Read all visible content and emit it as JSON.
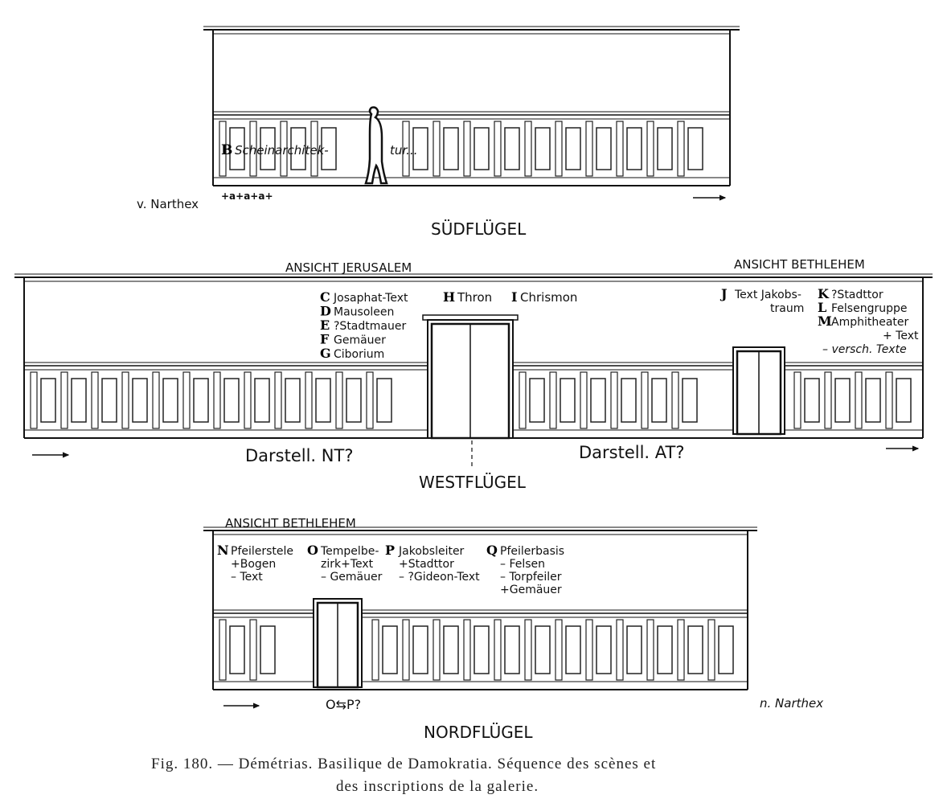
{
  "south": {
    "title": "SÜDFLÜGEL",
    "from_label": "v. Narthex",
    "pattern_label": "+a+a+a+",
    "scene_letter": "B",
    "scene_text_1": "Scheinarchitek-",
    "scene_text_2": "tur..."
  },
  "west": {
    "title": "WESTFLÜGEL",
    "view_left": "ANSICHT JERUSALEM",
    "view_right": "ANSICHT BETHLEHEM",
    "scenes_left": [
      {
        "letter": "C",
        "text": "Josaphat-Text"
      },
      {
        "letter": "D",
        "text": "Mausoleen"
      },
      {
        "letter": "E",
        "text": "?Stadtmauer"
      },
      {
        "letter": "F",
        "text": "Gemäuer"
      },
      {
        "letter": "G",
        "text": "Ciborium"
      }
    ],
    "scene_h": {
      "letter": "H",
      "text": "Thron"
    },
    "scene_i": {
      "letter": "I",
      "text": "Chrismon"
    },
    "scene_j": {
      "letter": "J",
      "text": "Text Jakobs-",
      "text2": "traum"
    },
    "scenes_right": [
      {
        "letter": "K",
        "text": "?Stadttor"
      },
      {
        "letter": "L",
        "text": "Felsengruppe"
      },
      {
        "letter": "M",
        "text": "Amphitheater"
      }
    ],
    "scene_m_extra": "+ Text",
    "scene_m_extra2": "– versch. Texte",
    "bottom_left": "Darstell. NT?",
    "bottom_right": "Darstell. AT?"
  },
  "north": {
    "title": "NORDFLÜGEL",
    "view": "ANSICHT BETHLEHEM",
    "to_label": "n. Narthex",
    "door_label": "O⇆P?",
    "scenes": [
      {
        "letter": "N",
        "lines": [
          "Pfeilerstele",
          "+Bogen",
          "– Text"
        ]
      },
      {
        "letter": "O",
        "lines": [
          "Tempelbe-",
          "zirk+Text",
          "– Gemäuer"
        ]
      },
      {
        "letter": "P",
        "lines": [
          "Jakobsleiter",
          "+Stadttor",
          "– ?Gideon-Text"
        ]
      },
      {
        "letter": "Q",
        "lines": [
          "Pfeilerbasis",
          "– Felsen",
          "– Torpfeiler",
          "+Gemäuer"
        ]
      }
    ]
  },
  "caption": {
    "line1": "Fig. 180. — Démétrias. Basilique de Damokratia. Séquence des scènes et",
    "line2": "des inscriptions de la galerie."
  }
}
